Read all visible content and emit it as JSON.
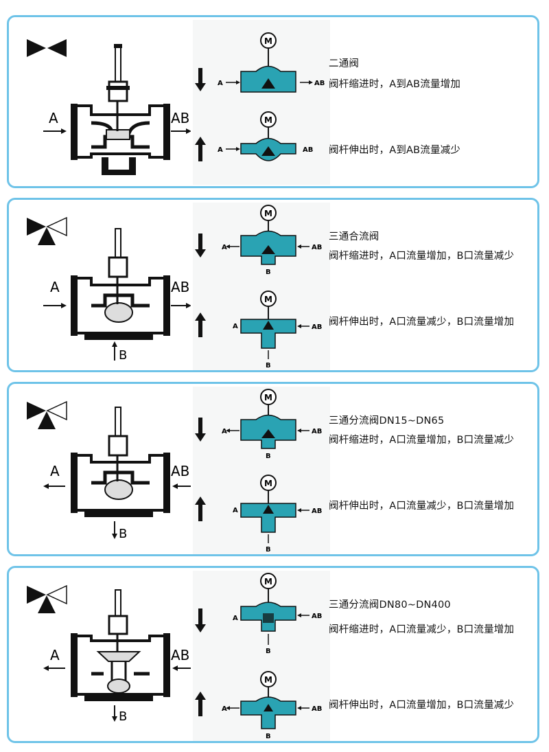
{
  "colors": {
    "border": "#6ec3e8",
    "fluid": "#2aa3b3",
    "ink": "#111111"
  },
  "port_labels": {
    "a": "A",
    "ab": "AB",
    "b": "B"
  },
  "motor_label": "M",
  "panels": [
    {
      "type": "two-way",
      "title": "二通阀",
      "push_text": "阀杆缩进时，A到AB流量增加",
      "pull_text": "阀杆伸出时，A到AB流量减少"
    },
    {
      "type": "three-way-mixing",
      "title": "三通合流阀",
      "push_text": "阀杆缩进时，A口流量增加，B口流量减少",
      "pull_text": "阀杆伸出时，A口流量减少，B口流量增加"
    },
    {
      "type": "three-way-diverting-small",
      "title": "三通分流阀DN15~DN65",
      "push_text": "阀杆缩进时，A口流量增加，B口流量减少",
      "pull_text": "阀杆伸出时，A口流量减少，B口流量增加"
    },
    {
      "type": "three-way-diverting-large",
      "title": "三通分流阀DN80~DN400",
      "push_text": "阀杆缩进时，A口流量减少，B口流量增加",
      "pull_text": "阀杆伸出时，A口流量增加，B口流量减少"
    }
  ]
}
